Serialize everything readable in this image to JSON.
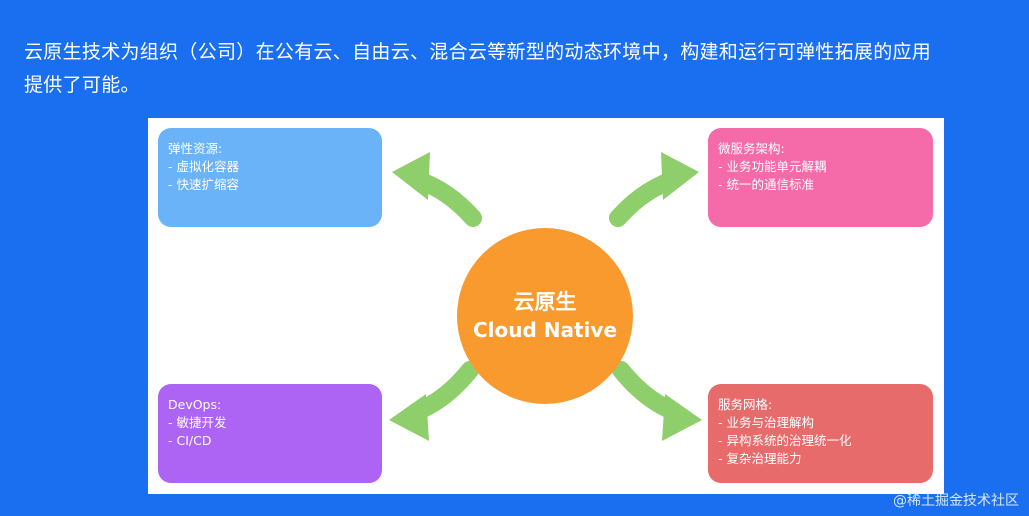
{
  "intro": {
    "line1": "云原生技术为组织（公司）在公有云、自由云、混合云等新型的动态环境中，构建和运行可弹性拓展的应用",
    "line2": "提供了可能。"
  },
  "center": {
    "title_cn": "云原生",
    "title_en": "Cloud Native"
  },
  "boxes": {
    "top_left": {
      "title": "弹性资源:",
      "items": [
        "- 虚拟化容器",
        "- 快速扩缩容"
      ]
    },
    "top_right": {
      "title": "微服务架构:",
      "items": [
        "- 业务功能单元解耦",
        "- 统一的通信标准"
      ]
    },
    "bottom_left": {
      "title": "DevOps:",
      "items": [
        "- 敏捷开发",
        "- CI/CD"
      ]
    },
    "bottom_right": {
      "title": "服务网格:",
      "items": [
        "- 业务与治理解构",
        "- 异构系统的治理统一化",
        "- 复杂治理能力"
      ]
    }
  },
  "watermark": "@稀土掘金技术社区",
  "colors": {
    "background": "#1a6ff0",
    "center": "#f89a2e",
    "top_left": "#6ab3f8",
    "top_right": "#f56aa8",
    "bottom_left": "#ad63f3",
    "bottom_right": "#e86b6b",
    "arrow": "#8fcf6b"
  }
}
